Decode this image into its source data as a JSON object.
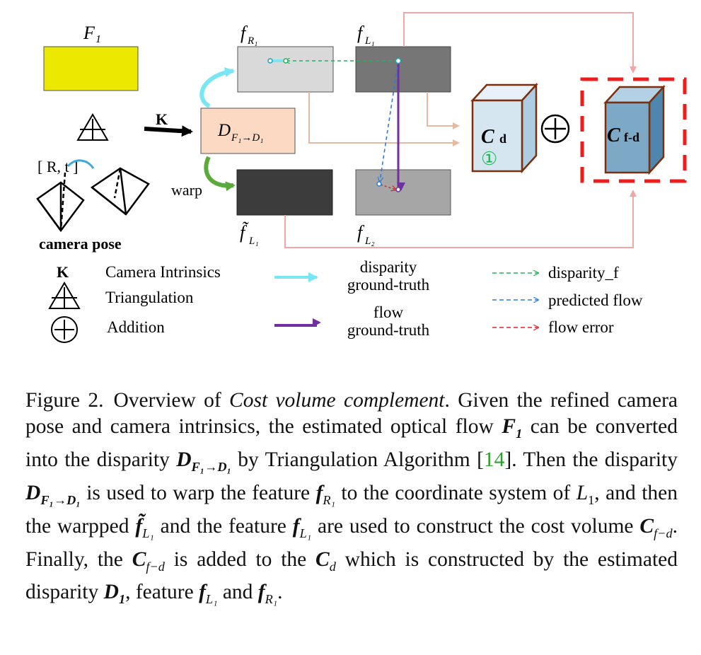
{
  "diagram": {
    "nodes": {
      "F1": "F₁",
      "fR1": "f",
      "fR1_sub": "R₁",
      "fL1": "f",
      "fL1_sub": "L₁",
      "D": "D",
      "D_sub": "F₁→D₁",
      "K_arrow": "K",
      "warp": "warp",
      "pose_label": "[ R, t ]",
      "camera_pose": "camera pose",
      "f_tilde": "f̃",
      "f_tilde_sub": "L₁",
      "fL2": "f",
      "fL2_sub": "L₂",
      "Cd": "C",
      "Cd_sub": "d",
      "Cd_index": "①",
      "Cfd": "C",
      "Cfd_sub": "f-d"
    },
    "legend": {
      "k_symbol": "K",
      "k_text": "Camera Intrinsics",
      "triangulation": "Triangulation",
      "addition": "Addition",
      "disparity_gt_1": "disparity",
      "disparity_gt_2": "ground-truth",
      "flow_gt_1": "flow",
      "flow_gt_2": "ground-truth",
      "disparity_f": "disparity_f",
      "predicted_flow": "predicted flow",
      "flow_error": "flow error"
    },
    "colors": {
      "F1_fill": "#ece800",
      "fR1_fill": "#d9d9d9",
      "fL1_fill": "#767676",
      "D_fill": "#fbd9c3",
      "f_tilde_fill": "#3c3c3c",
      "fL2_fill": "#a6a6a6",
      "Cd_front": "#d6e6f1",
      "Cfd_front": "#7da9c6",
      "cube_edge": "#7a2f0e",
      "highlight_red": "#ee1c1c",
      "arrow_pink": "#f3a6a6",
      "arrow_tan": "#e6b9a0",
      "disparity_gt": "#78e7f3",
      "flow_gt": "#7030a0",
      "disparity_f_green": "#21b35a",
      "predicted_blue": "#2e7dd4",
      "error_red": "#e0242b",
      "warp_green": "#5aab3c"
    }
  },
  "caption": {
    "fig_no": "Figure 2.",
    "title": "Overview of ",
    "title_em": "Cost volume complement",
    "t1": ". Given the refined camera pose and camera intrinsics, the estimated optical flow ",
    "F": "F",
    "F_sub": "1",
    "t2": " can be converted into the disparity ",
    "D": "D",
    "D_sub": "F₁→D₁",
    "t3": " by Triangulation Algorithm [",
    "ref": "14",
    "t4": "]. Then the disparity ",
    "D2": "D",
    "D2_sub": "F₁→D₁",
    "t5": " is used to warp the feature ",
    "f1": "f",
    "f1_sub": "R₁",
    "t6": " to the coordinate system of ",
    "L": "L",
    "L_sub": "1",
    "t7": ", and then the warpped ",
    "ft": "f̃",
    "ft_sub": "L₁",
    "t8": " and the feature ",
    "f2": "f",
    "f2_sub": "L₁",
    "t9": " are used to construct the cost volume ",
    "C1": "C",
    "C1_sub": "f−d",
    "t10": ". Finally, the ",
    "C2": "C",
    "C2_sub": "f−d",
    "t11": " is added to the ",
    "C3": "C",
    "C3_sub": "d",
    "t12": " which is constructed by the estimated disparity ",
    "D3": "D",
    "D3_sub": "1",
    "t13": ", feature ",
    "f3": "f",
    "f3_sub": "L₁",
    "t14": " and ",
    "f4": "f",
    "f4_sub": "R₁",
    "t15": "."
  }
}
